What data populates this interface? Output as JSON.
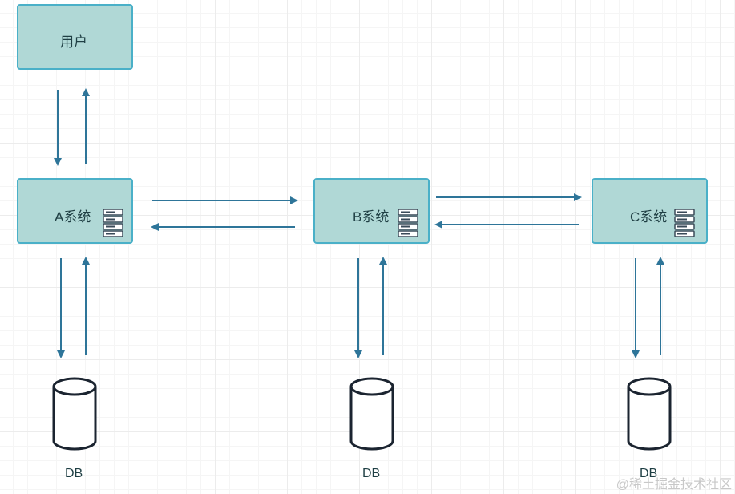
{
  "nodes": {
    "user": {
      "label": "用户"
    },
    "system_a": {
      "label": "A系统",
      "icon": "server-rack-icon"
    },
    "system_b": {
      "label": "B系统",
      "icon": "server-rack-icon"
    },
    "system_c": {
      "label": "C系统",
      "icon": "server-rack-icon"
    }
  },
  "databases": [
    {
      "label": "DB",
      "icon": "database-cylinder-icon"
    },
    {
      "label": "DB",
      "icon": "database-cylinder-icon"
    },
    {
      "label": "DB",
      "icon": "database-cylinder-icon"
    }
  ],
  "watermark": "@稀土掘金技术社区",
  "colors": {
    "node_fill": "#b0d8d6",
    "node_border": "#4ab0c8",
    "arrow": "#2e7599",
    "db_stroke": "#1b2430"
  }
}
